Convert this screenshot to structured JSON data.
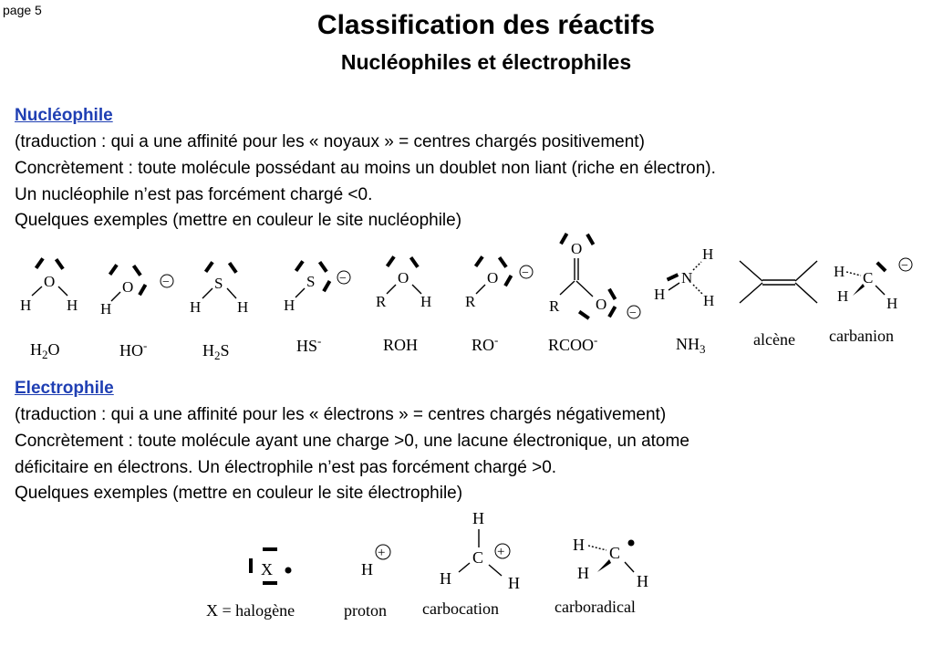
{
  "page_label": "page 5",
  "title": "Classification des réactifs",
  "subtitle": "Nucléophiles et électrophiles",
  "nucleophile": {
    "heading": "Nucléophile",
    "lines": [
      "(traduction : qui a une affinité pour les « noyaux » = centres chargés positivement)",
      "Concrètement : toute molécule possédant au moins un doublet non liant (riche en électron).",
      "Un nucléophile n’est pas forcément chargé <0.",
      "Quelques exemples (mettre en couleur le site nucléophile)"
    ],
    "examples": [
      {
        "label": "H2O",
        "parts": [
          "H",
          "2",
          "O"
        ]
      },
      {
        "label": "HO-",
        "parts": [
          "HO",
          "-"
        ]
      },
      {
        "label": "H2S",
        "parts": [
          "H",
          "2",
          "S"
        ]
      },
      {
        "label": "HS-",
        "parts": [
          "HS",
          "-"
        ]
      },
      {
        "label": "ROH"
      },
      {
        "label": "RO-",
        "parts": [
          "RO",
          "-"
        ]
      },
      {
        "label": "RCOO-",
        "parts": [
          "RCOO",
          "-"
        ]
      },
      {
        "label": "NH3",
        "parts": [
          "NH",
          "3"
        ]
      },
      {
        "label": "alcène"
      },
      {
        "label": "carbanion"
      }
    ],
    "atoms": {
      "O": "O",
      "H": "H",
      "S": "S",
      "R": "R",
      "N": "N",
      "C": "C"
    },
    "charge_minus": "−"
  },
  "electrophile": {
    "heading": "Electrophile",
    "lines": [
      "(traduction : qui a une affinité pour les « électrons » = centres chargés négativement)",
      "Concrètement : toute molécule ayant une charge >0, une lacune électronique, un atome",
      "déficitaire en électrons. Un électrophile n’est pas forcément chargé >0.",
      "Quelques exemples (mettre en couleur le site électrophile)"
    ],
    "examples": [
      {
        "label": "X = halogène",
        "atom": "X"
      },
      {
        "label": "proton",
        "atom": "H"
      },
      {
        "label": "carbocation",
        "atom": "C"
      },
      {
        "label": "carboradical",
        "atom": "C"
      }
    ],
    "charge_plus": "+"
  }
}
